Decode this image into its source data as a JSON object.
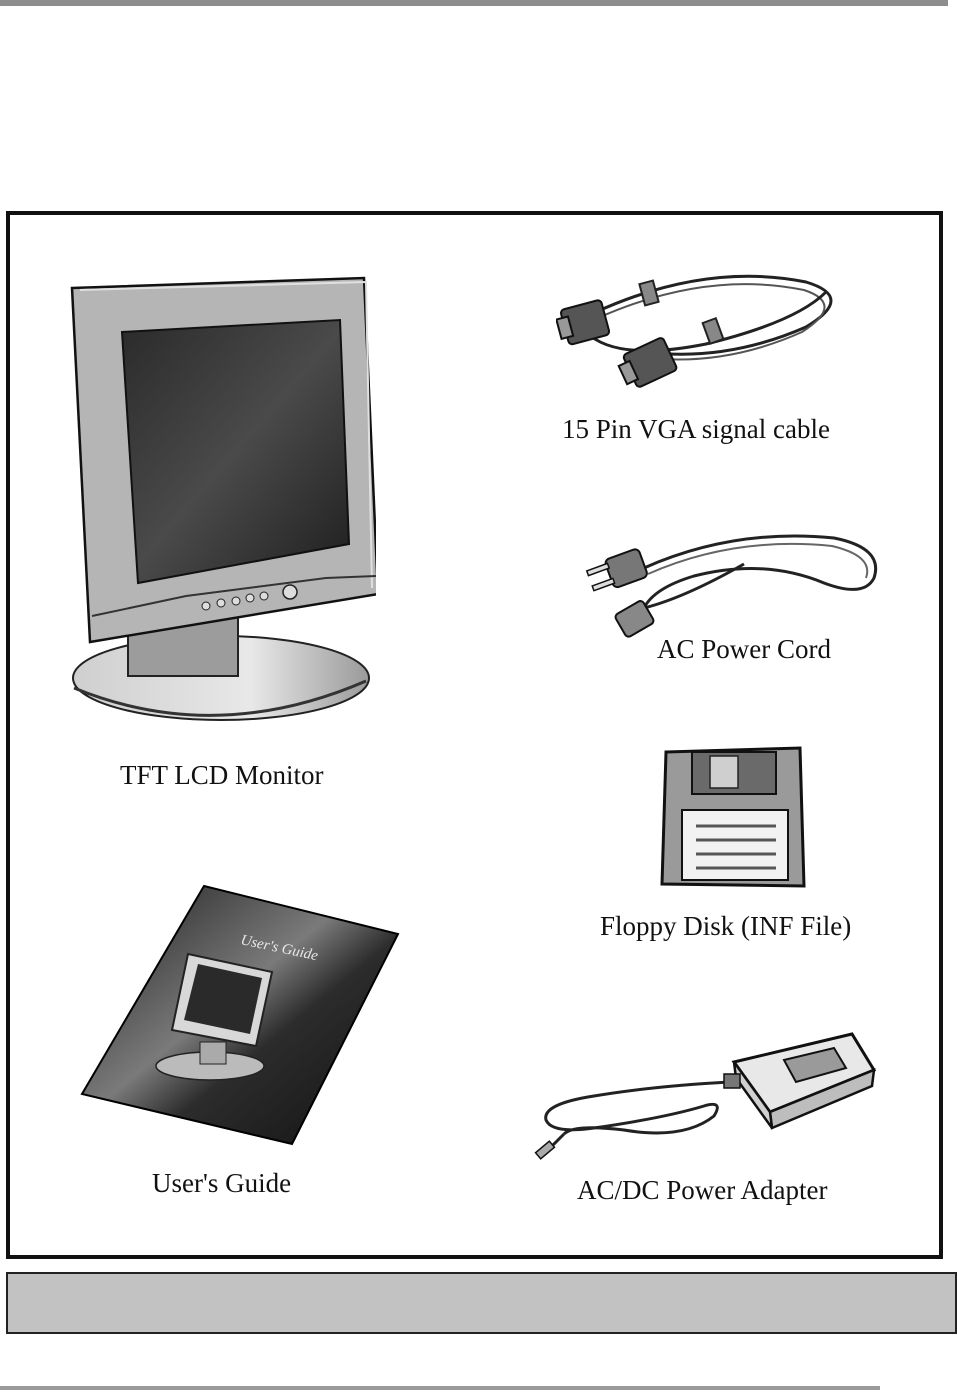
{
  "package_contents": {
    "items": [
      {
        "id": "monitor",
        "label": "TFT LCD Monitor",
        "icon": "lcd-monitor-icon"
      },
      {
        "id": "vga-cable",
        "label": "15 Pin VGA signal cable",
        "icon": "vga-cable-icon"
      },
      {
        "id": "power-cord",
        "label": "AC Power Cord",
        "icon": "power-cord-icon"
      },
      {
        "id": "floppy",
        "label": "Floppy Disk (INF File)",
        "icon": "floppy-disk-icon"
      },
      {
        "id": "guide",
        "label": "User's Guide",
        "icon": "users-guide-icon"
      },
      {
        "id": "adapter",
        "label": "AC/DC Power Adapter",
        "icon": "power-adapter-icon"
      }
    ],
    "guide_cover_title": "User's Guide"
  },
  "colors": {
    "rule": "#8d8d8d",
    "note_bar": "#c2c2c2",
    "border": "#111111"
  }
}
